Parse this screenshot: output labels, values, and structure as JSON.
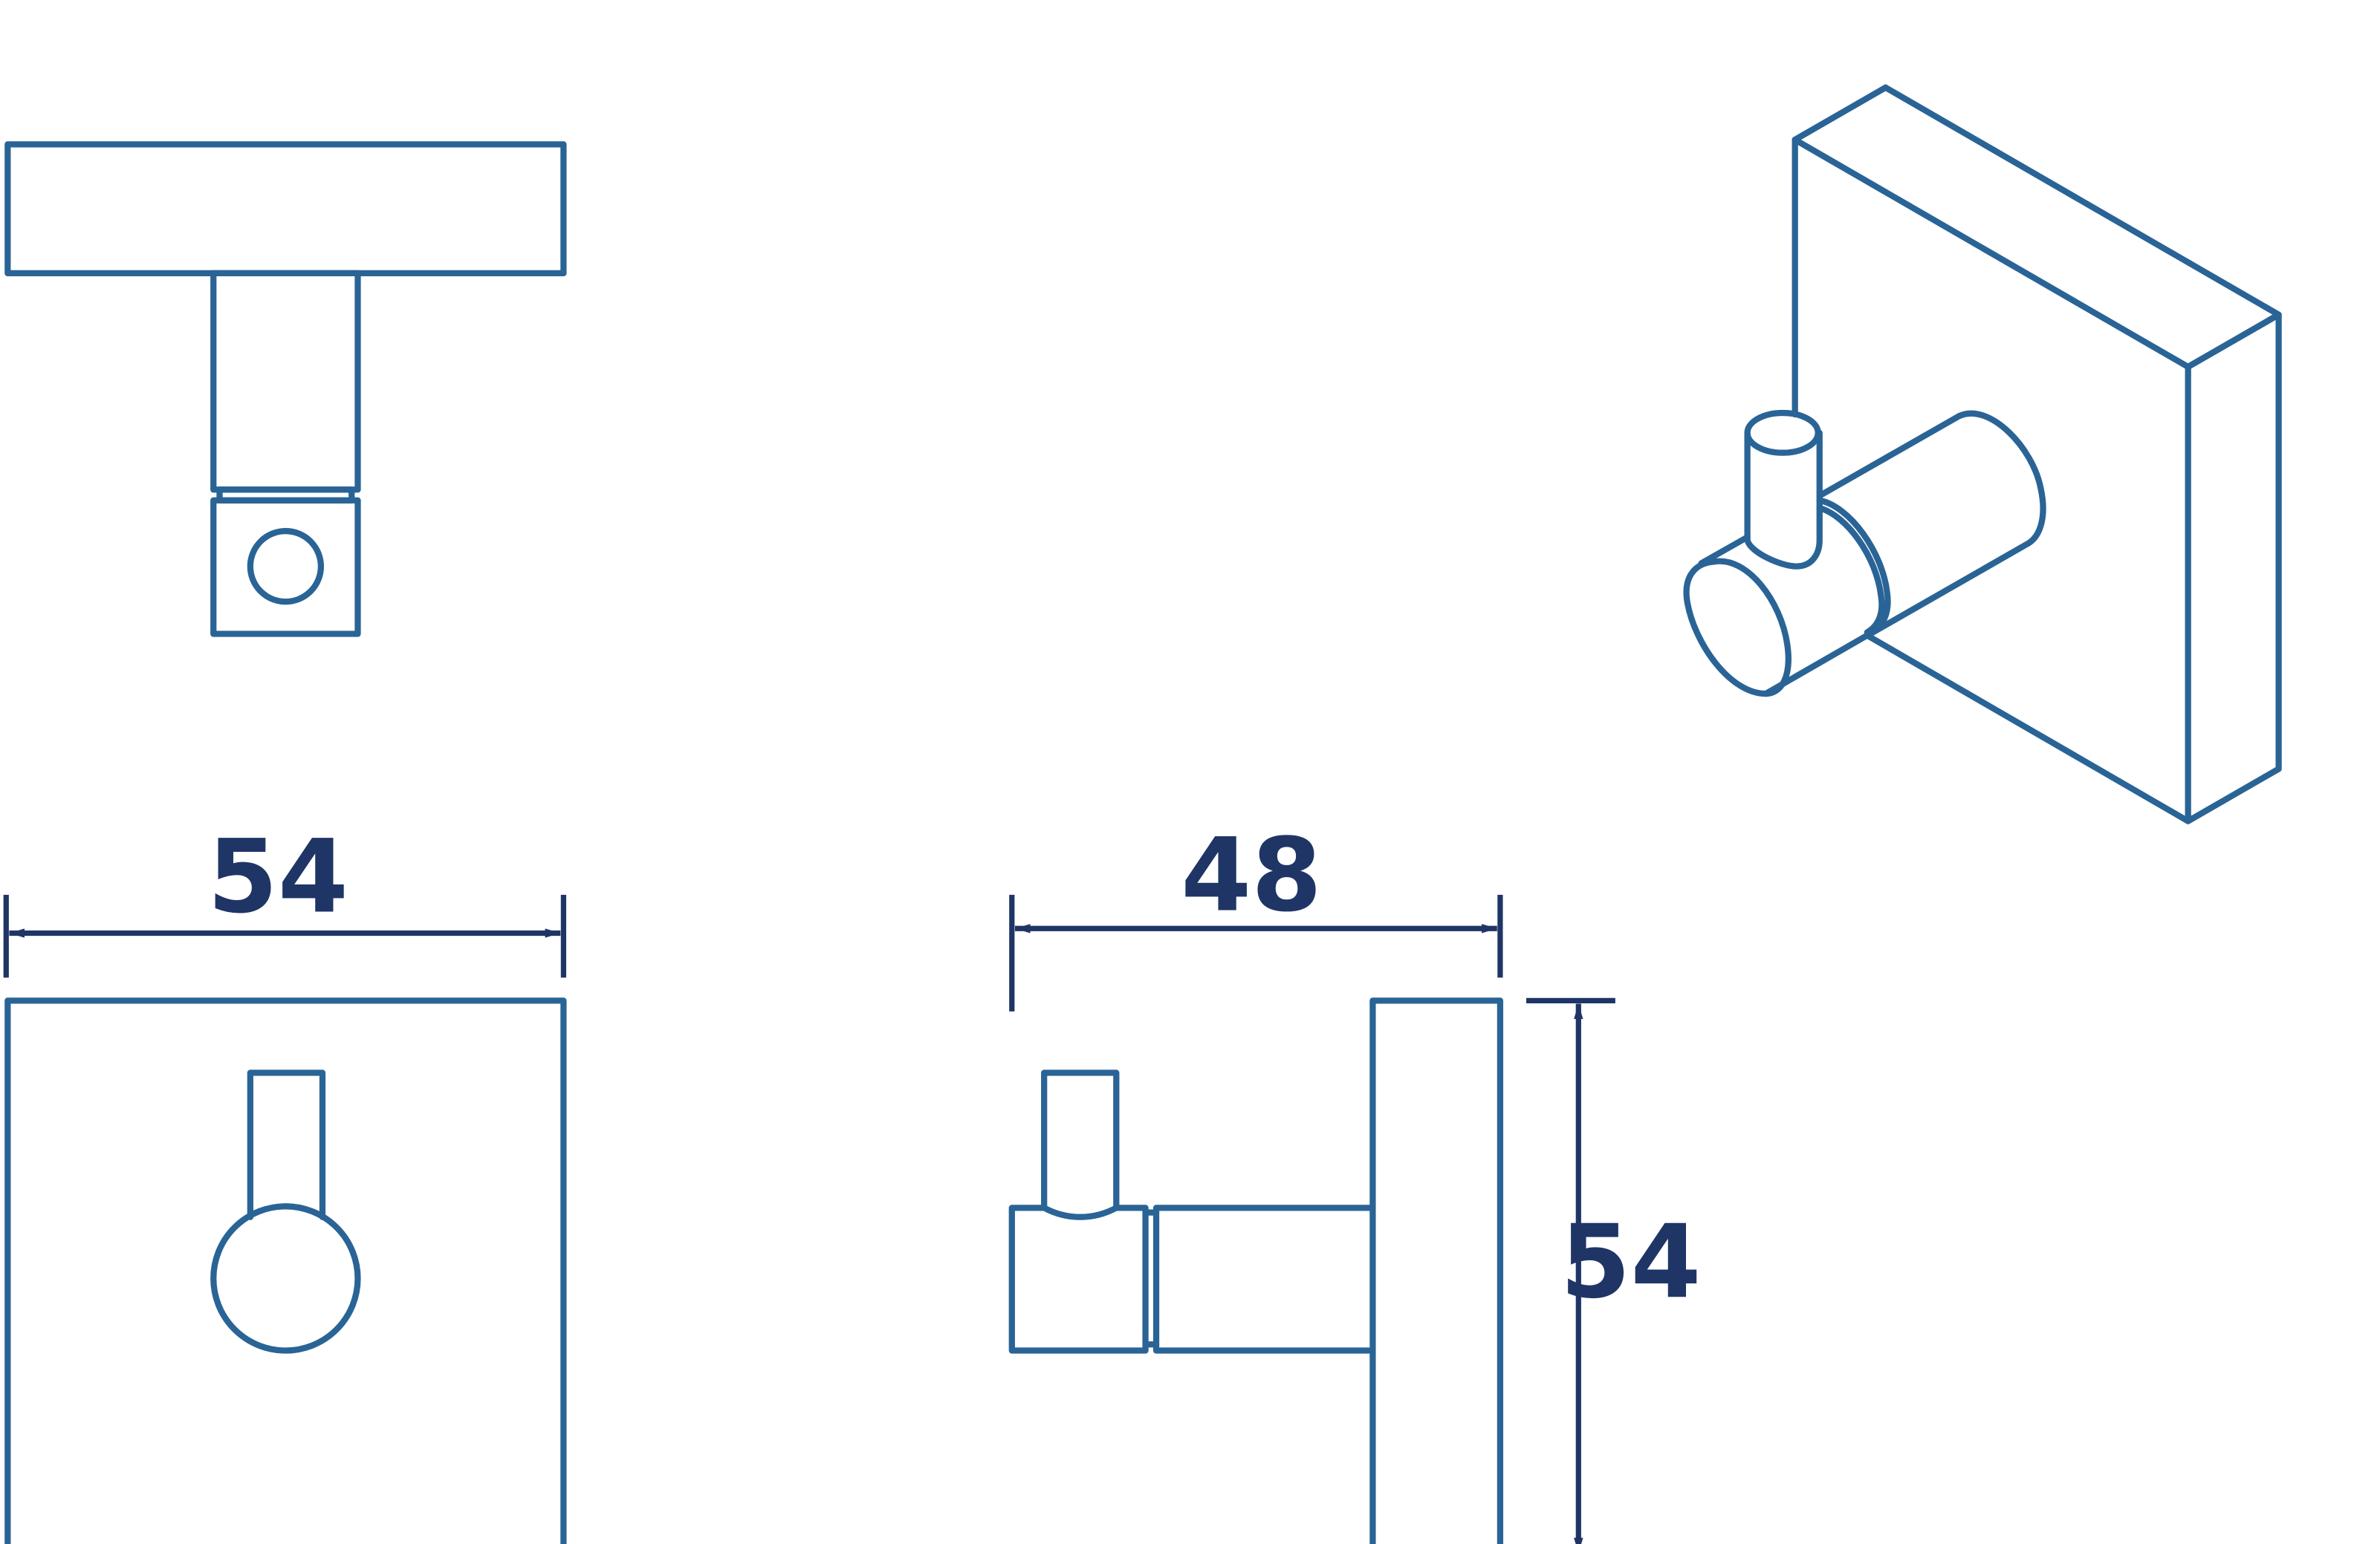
{
  "colors": {
    "outline": "#2a6496",
    "dimension": "#1f3566",
    "background": "#ffffff"
  },
  "dimensions": {
    "top_width": "54",
    "side_depth": "48",
    "side_height": "54"
  }
}
